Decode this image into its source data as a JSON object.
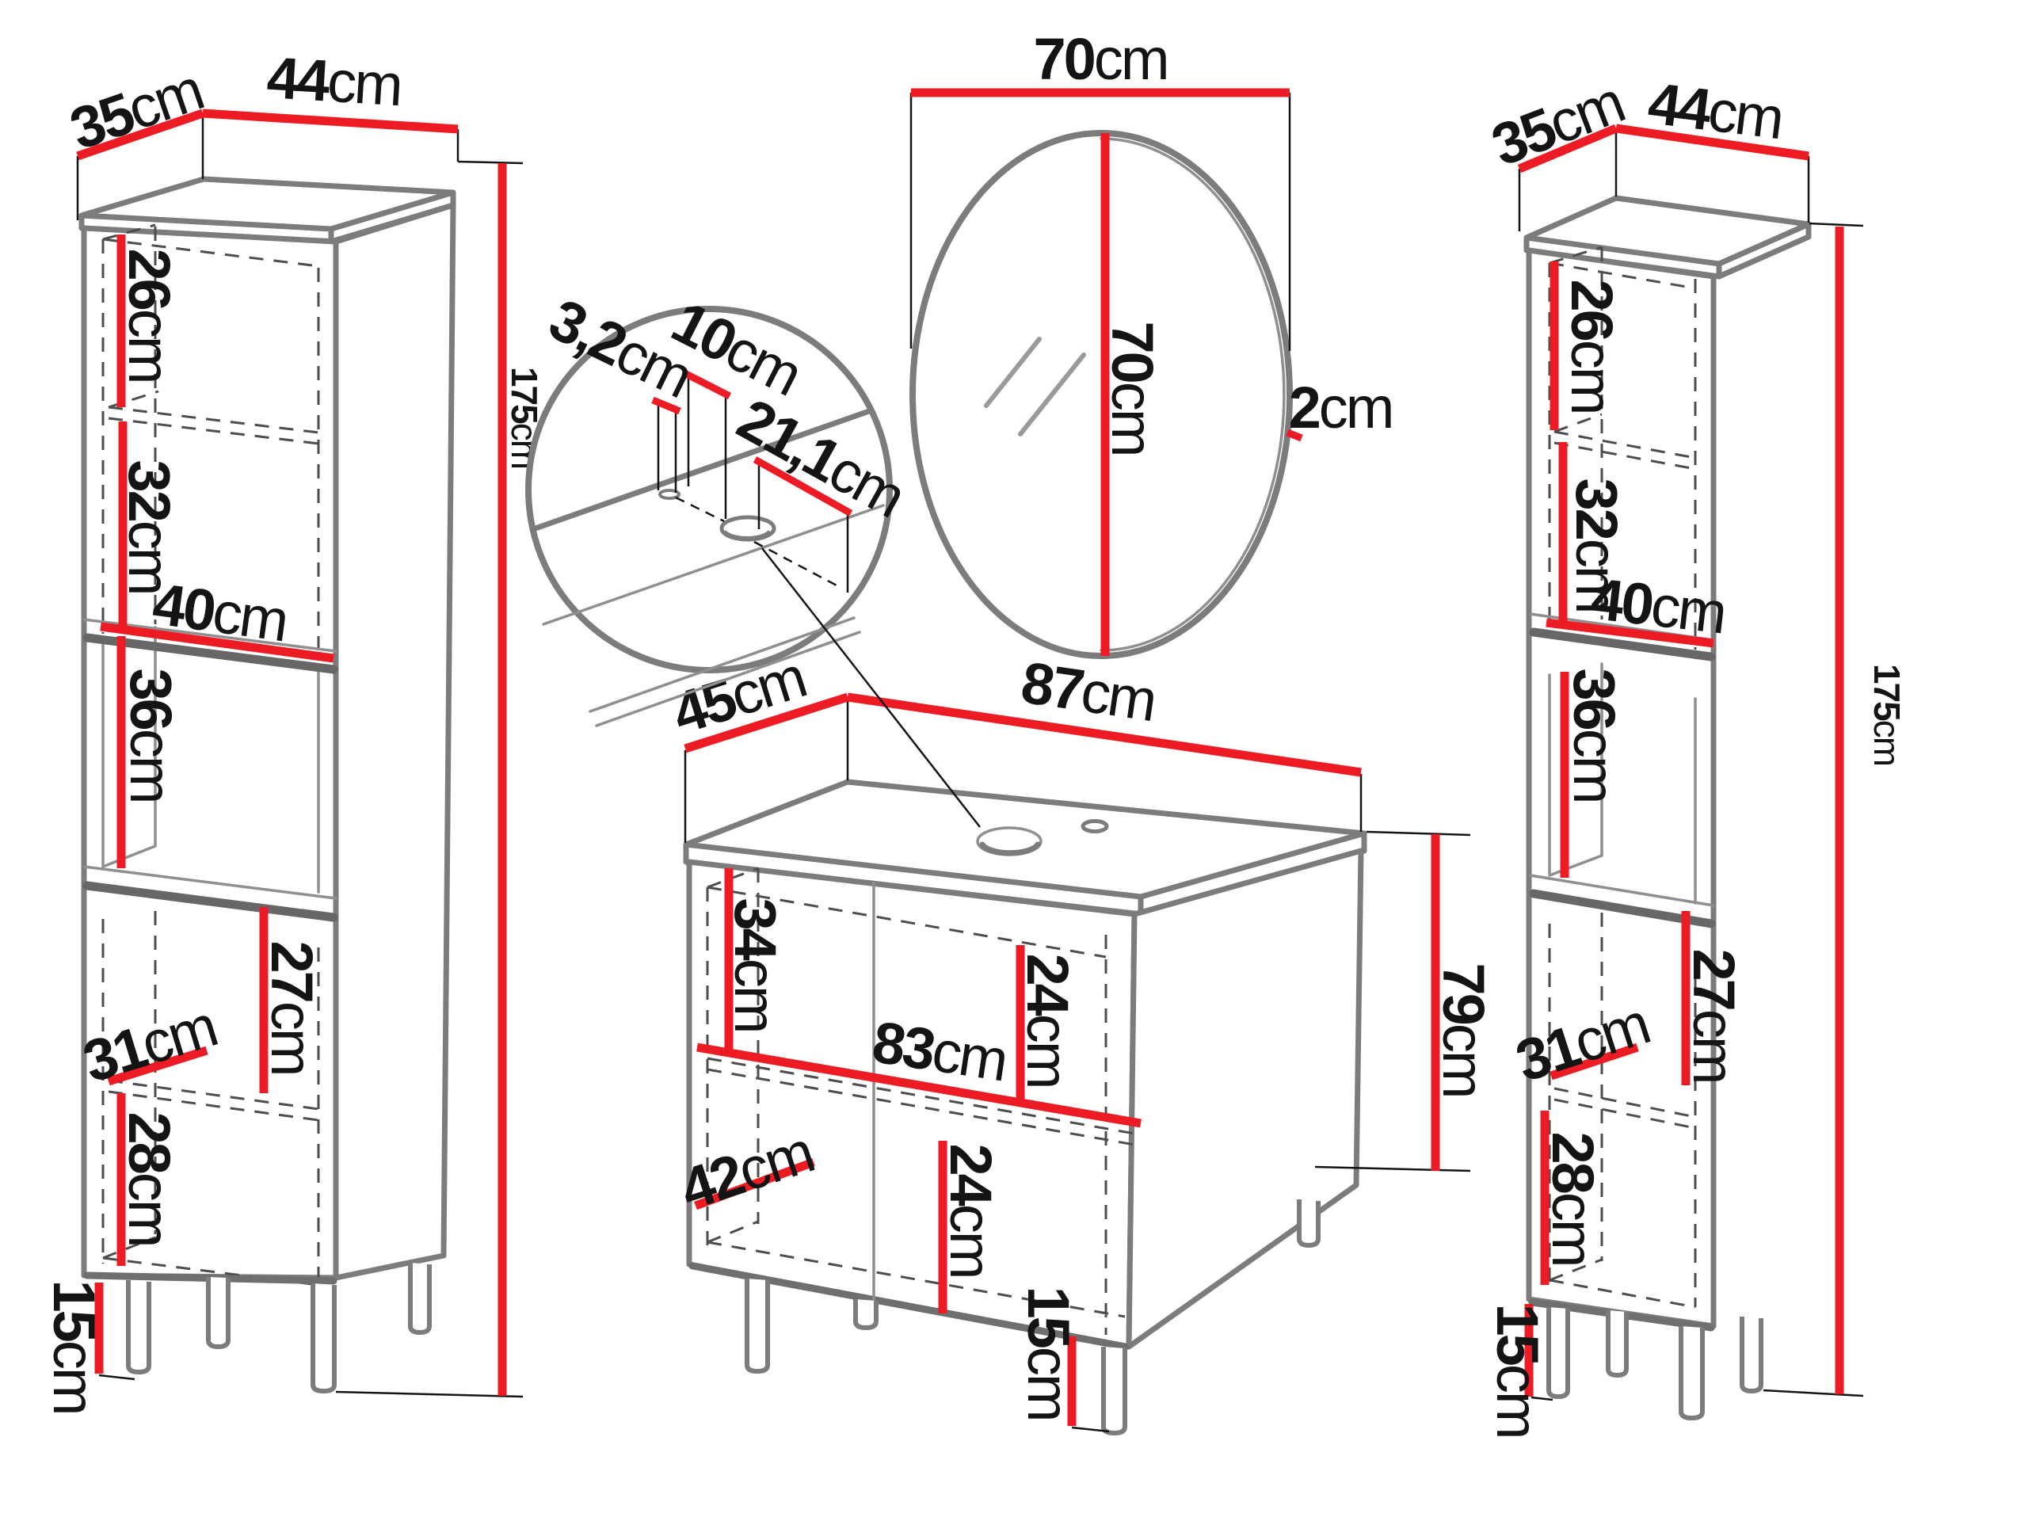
{
  "diagram": {
    "type": "bathroom-furniture-dimension-diagram",
    "units": "cm",
    "accent_color": "#ed1c24",
    "outline_color": "#7c7c7c"
  },
  "left_cabinet": {
    "depth": {
      "num": "35",
      "unit": "cm"
    },
    "width": {
      "num": "44",
      "unit": "cm"
    },
    "height": {
      "num": "175",
      "unit": "cm"
    },
    "top_shelf": {
      "num": "26",
      "unit": "cm"
    },
    "second_shelf": {
      "num": "32",
      "unit": "cm"
    },
    "shelf_width": {
      "num": "40",
      "unit": "cm"
    },
    "open_niche": {
      "num": "36",
      "unit": "cm"
    },
    "lower_upper": {
      "num": "27",
      "unit": "cm"
    },
    "lower_shelf_depth": {
      "num": "31",
      "unit": "cm"
    },
    "lower_bottom": {
      "num": "28",
      "unit": "cm"
    },
    "leg_height": {
      "num": "15",
      "unit": "cm"
    }
  },
  "mirror": {
    "width": {
      "num": "70",
      "unit": "cm"
    },
    "height": {
      "num": "70",
      "unit": "cm"
    },
    "depth": {
      "num": "2",
      "unit": "cm"
    }
  },
  "faucet_detail": {
    "hole_diameter": {
      "num": "3,2",
      "unit": "cm"
    },
    "hole_spacing": {
      "num": "10",
      "unit": "cm"
    },
    "hole_offset": {
      "num": "21,1",
      "unit": "cm"
    }
  },
  "vanity": {
    "depth": {
      "num": "45",
      "unit": "cm"
    },
    "width": {
      "num": "87",
      "unit": "cm"
    },
    "height": {
      "num": "79",
      "unit": "cm"
    },
    "left_inner_height": {
      "num": "34",
      "unit": "cm"
    },
    "right_inner_height": {
      "num": "24",
      "unit": "cm"
    },
    "shelf_width": {
      "num": "83",
      "unit": "cm"
    },
    "lower_inner_height": {
      "num": "24",
      "unit": "cm"
    },
    "bottom_width": {
      "num": "42",
      "unit": "cm"
    },
    "leg_height": {
      "num": "15",
      "unit": "cm"
    }
  },
  "right_cabinet": {
    "depth": {
      "num": "35",
      "unit": "cm"
    },
    "width": {
      "num": "44",
      "unit": "cm"
    },
    "height": {
      "num": "175",
      "unit": "cm"
    },
    "top_shelf": {
      "num": "26",
      "unit": "cm"
    },
    "second_shelf": {
      "num": "32",
      "unit": "cm"
    },
    "shelf_width": {
      "num": "40",
      "unit": "cm"
    },
    "open_niche": {
      "num": "36",
      "unit": "cm"
    },
    "lower_upper": {
      "num": "27",
      "unit": "cm"
    },
    "lower_shelf_depth": {
      "num": "31",
      "unit": "cm"
    },
    "lower_bottom": {
      "num": "28",
      "unit": "cm"
    },
    "leg_height": {
      "num": "15",
      "unit": "cm"
    }
  }
}
